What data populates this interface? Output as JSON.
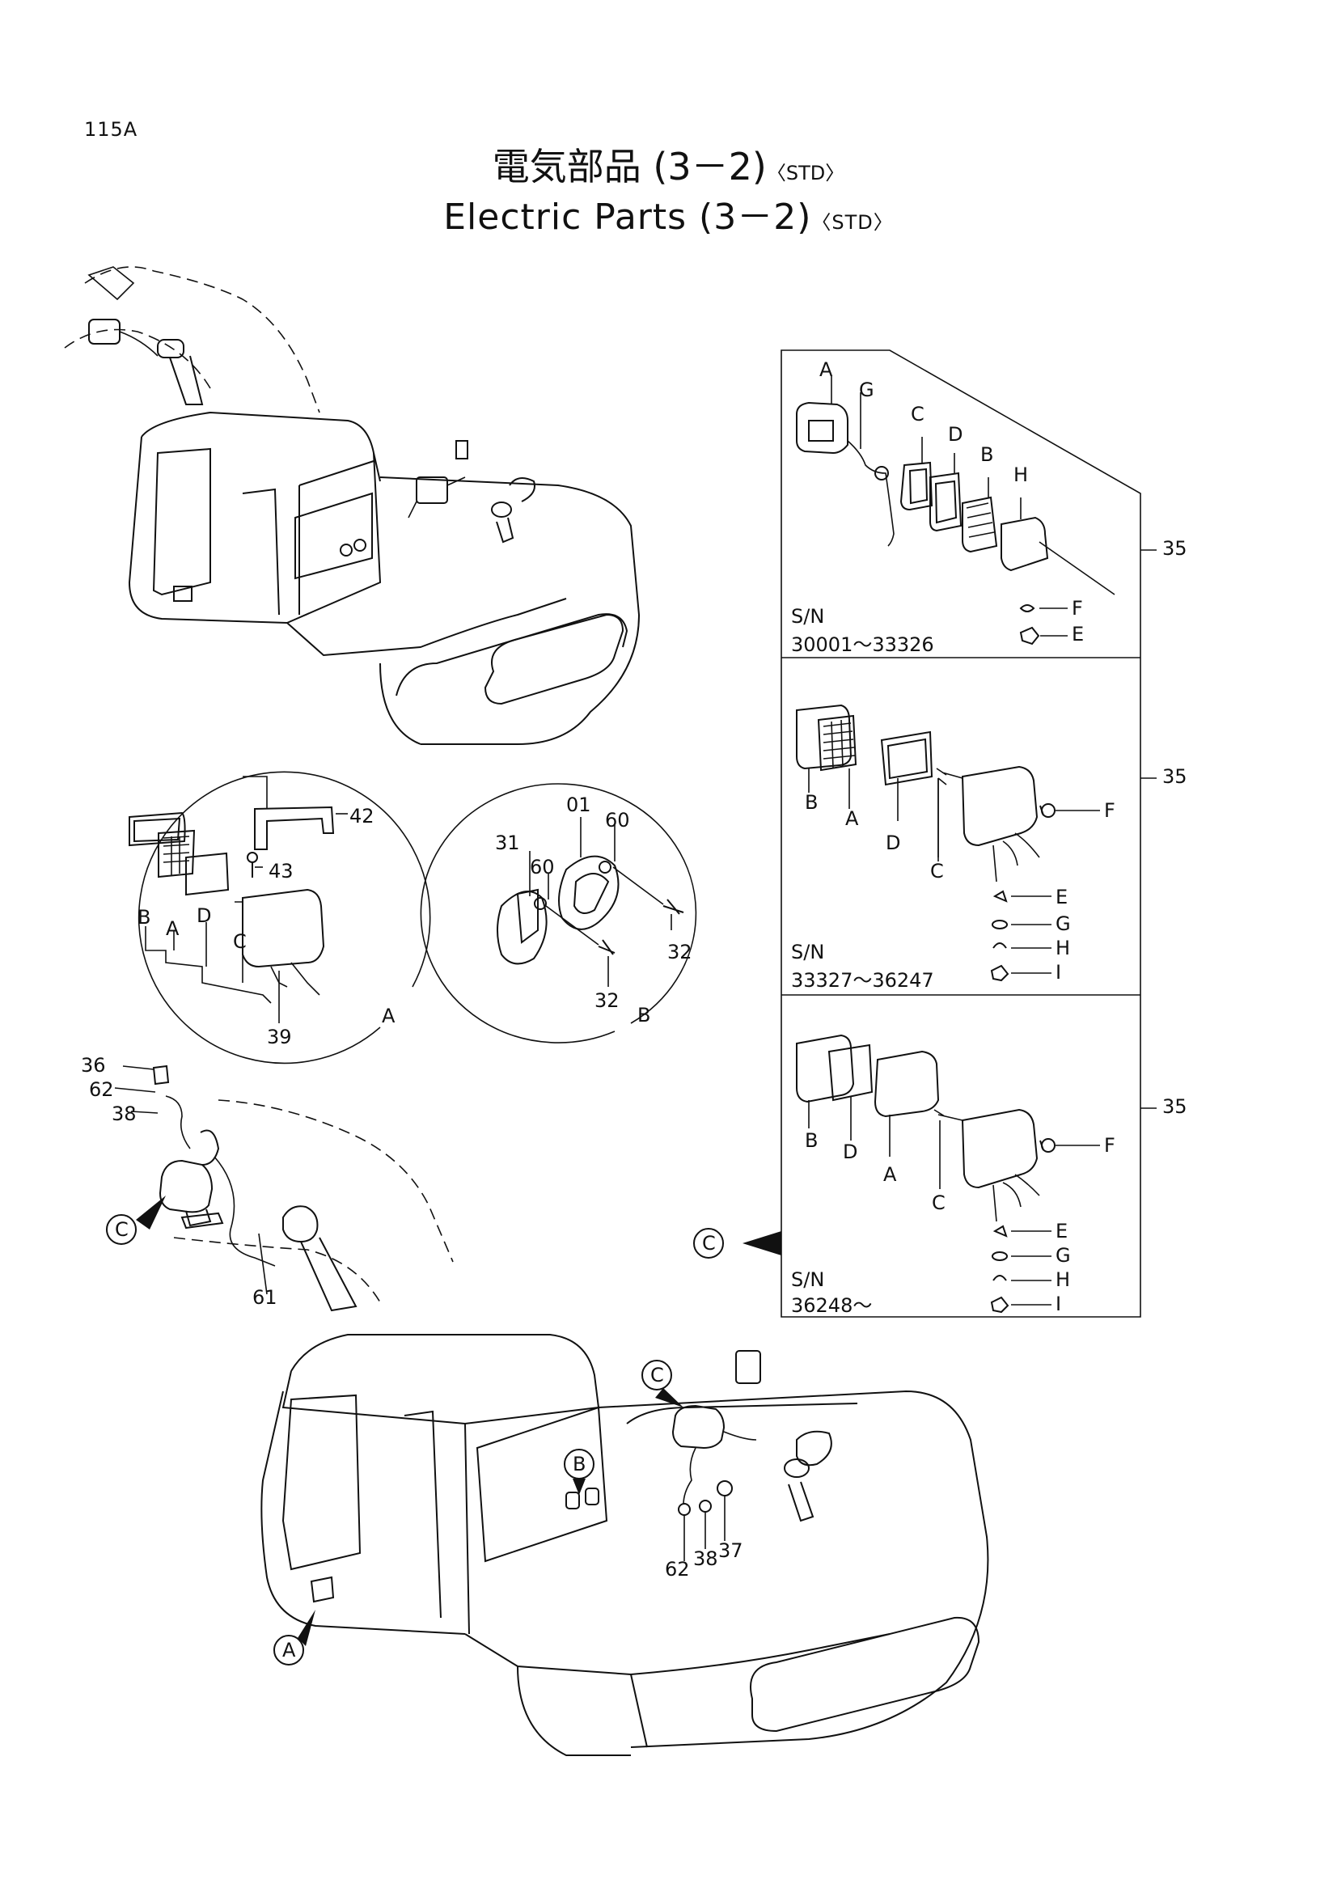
{
  "page_number": "115A",
  "title_jp": "電気部品 (3－2)",
  "title_en": "Electric Parts (3－2)",
  "title_tag": "〈STD〉",
  "panels": [
    {
      "sn_label": "S/N",
      "sn_range": "30001～33326",
      "item": "35",
      "letters": [
        "A",
        "G",
        "C",
        "D",
        "B",
        "H",
        "F",
        "E"
      ]
    },
    {
      "sn_label": "S/N",
      "sn_range": "33327～36247",
      "item": "35",
      "letters": [
        "B",
        "A",
        "D",
        "C",
        "F",
        "E",
        "G",
        "H",
        "I"
      ]
    },
    {
      "sn_label": "S/N",
      "sn_range": "36248～",
      "item": "35",
      "letters": [
        "B",
        "D",
        "A",
        "C",
        "F",
        "E",
        "G",
        "H",
        "I"
      ]
    }
  ],
  "detail_a": {
    "label": "A",
    "parts": [
      "42",
      "43",
      "B",
      "A",
      "D",
      "C",
      "39"
    ]
  },
  "detail_b": {
    "label": "B",
    "parts": [
      "01",
      "60",
      "31",
      "60",
      "32",
      "32"
    ]
  },
  "callouts": {
    "c_main": "C",
    "c_panel": "C",
    "c_cab": "C",
    "b_cab": "B",
    "a_cab": "A"
  },
  "part_numbers": {
    "p36": "36",
    "p62": "62",
    "p38": "38",
    "p61": "61",
    "p62b": "62",
    "p38b": "38",
    "p37": "37"
  }
}
